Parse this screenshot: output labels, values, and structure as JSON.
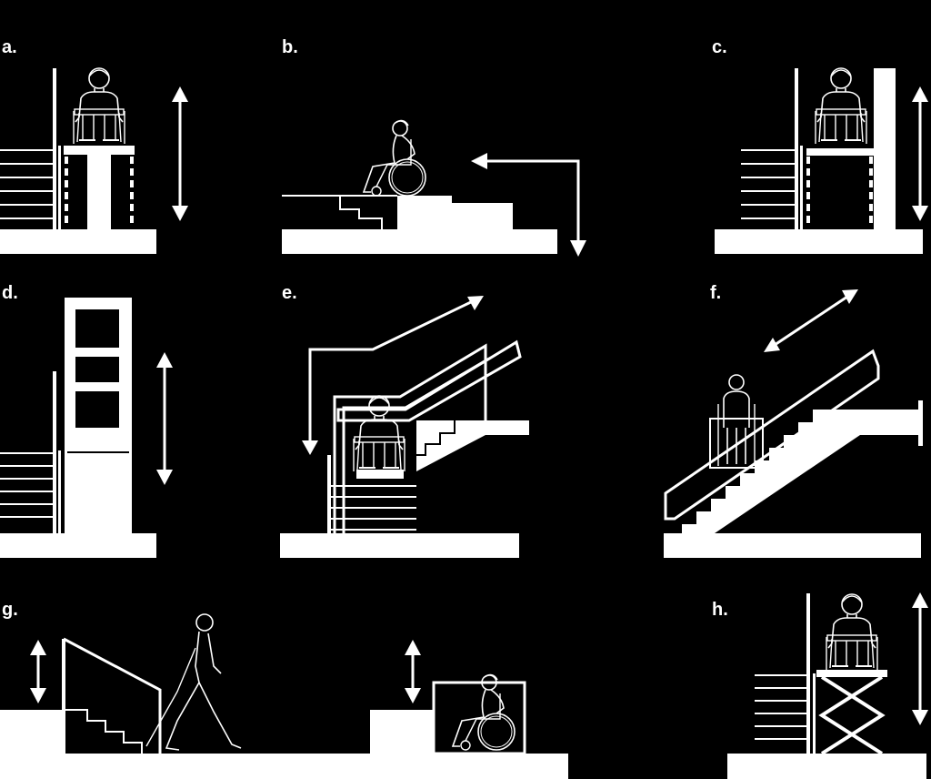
{
  "panels": [
    {
      "id": "a",
      "label": "a."
    },
    {
      "id": "b",
      "label": "b."
    },
    {
      "id": "c",
      "label": "c."
    },
    {
      "id": "d",
      "label": "d."
    },
    {
      "id": "e",
      "label": "e."
    },
    {
      "id": "f",
      "label": "f."
    },
    {
      "id": "g",
      "label": "g."
    },
    {
      "id": "h",
      "label": "h."
    }
  ],
  "colors": {
    "background": "#000000",
    "foreground": "#ffffff"
  }
}
